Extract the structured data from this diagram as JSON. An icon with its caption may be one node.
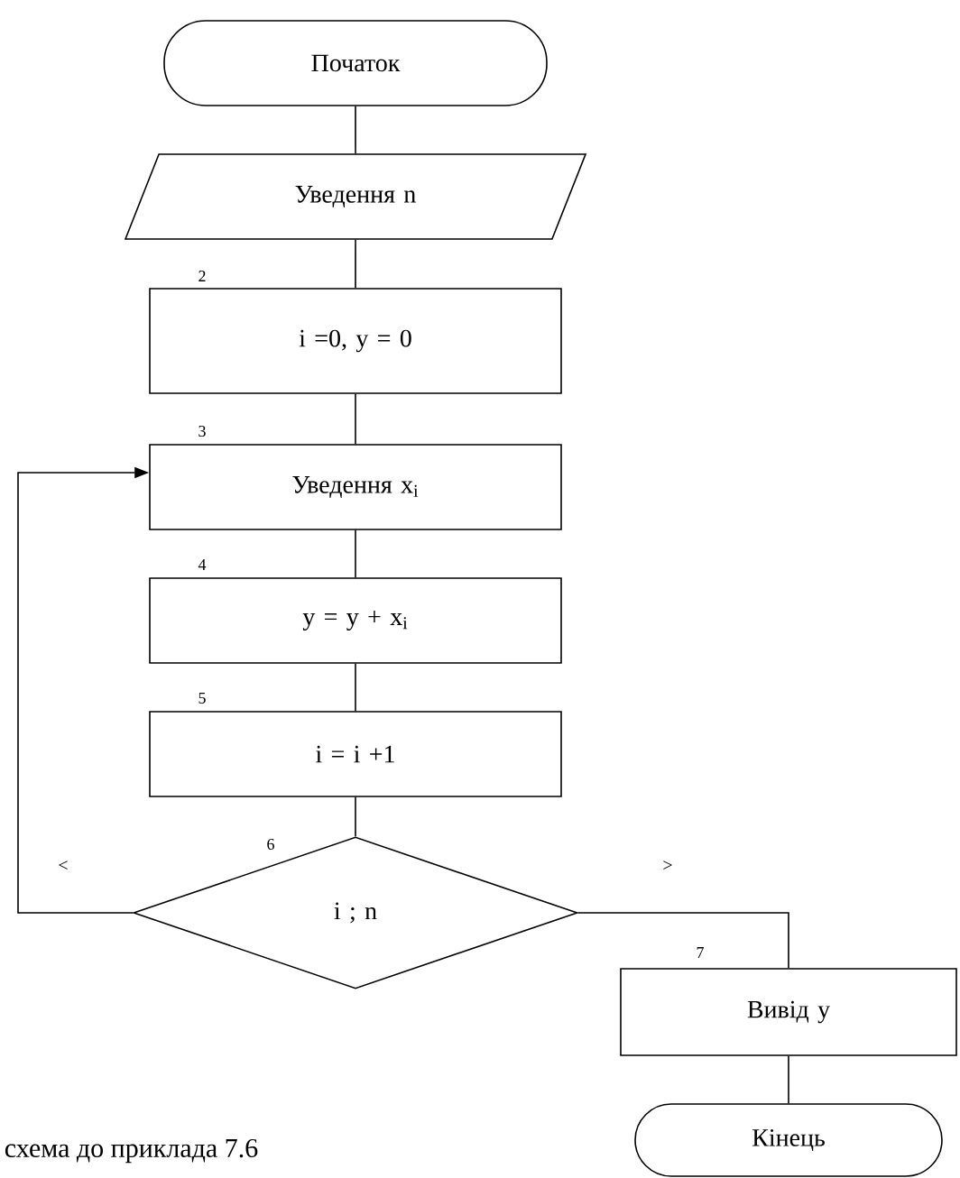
{
  "diagram": {
    "caption": "схема до приклада 7.6",
    "nodes": [
      {
        "text": [
          "Початок"
        ]
      },
      {
        "text": [
          "Уведення  n"
        ]
      },
      {
        "text": [
          "i =0, y = 0"
        ],
        "beside": [
          "2"
        ]
      },
      {
        "text": [
          "Уведення x$_{i}$"
        ],
        "beside": [
          "3"
        ]
      },
      {
        "text": [
          "y = y + x$_{i}$"
        ],
        "beside": [
          "4"
        ]
      },
      {
        "text": [
          "i = i +1"
        ],
        "beside": [
          "5"
        ]
      },
      {
        "text": [
          "i ; n"
        ],
        "beside": [
          "6"
        ]
      },
      {
        "text": [
          "Вивід  y"
        ],
        "beside": [
          "7"
        ]
      },
      {
        "text": [
          "Кінець"
        ]
      }
    ],
    "edges": [
      {
        "from": 0,
        "to": 1,
        "arrow": "none"
      },
      {
        "from": 1,
        "to": 2,
        "arrow": "none"
      },
      {
        "from": 2,
        "to": 3,
        "arrow": "none"
      },
      {
        "from": 3,
        "to": 4,
        "arrow": "none"
      },
      {
        "from": 4,
        "to": 5,
        "arrow": "none"
      },
      {
        "from": 5,
        "to": 6,
        "arrow": "none"
      },
      {
        "from": 6,
        "to": 3,
        "arrow": "to",
        "label": "<"
      },
      {
        "from": 6,
        "to": 7,
        "arrow": "none",
        "label": ">"
      },
      {
        "from": 7,
        "to": 8,
        "arrow": "none"
      }
    ]
  }
}
